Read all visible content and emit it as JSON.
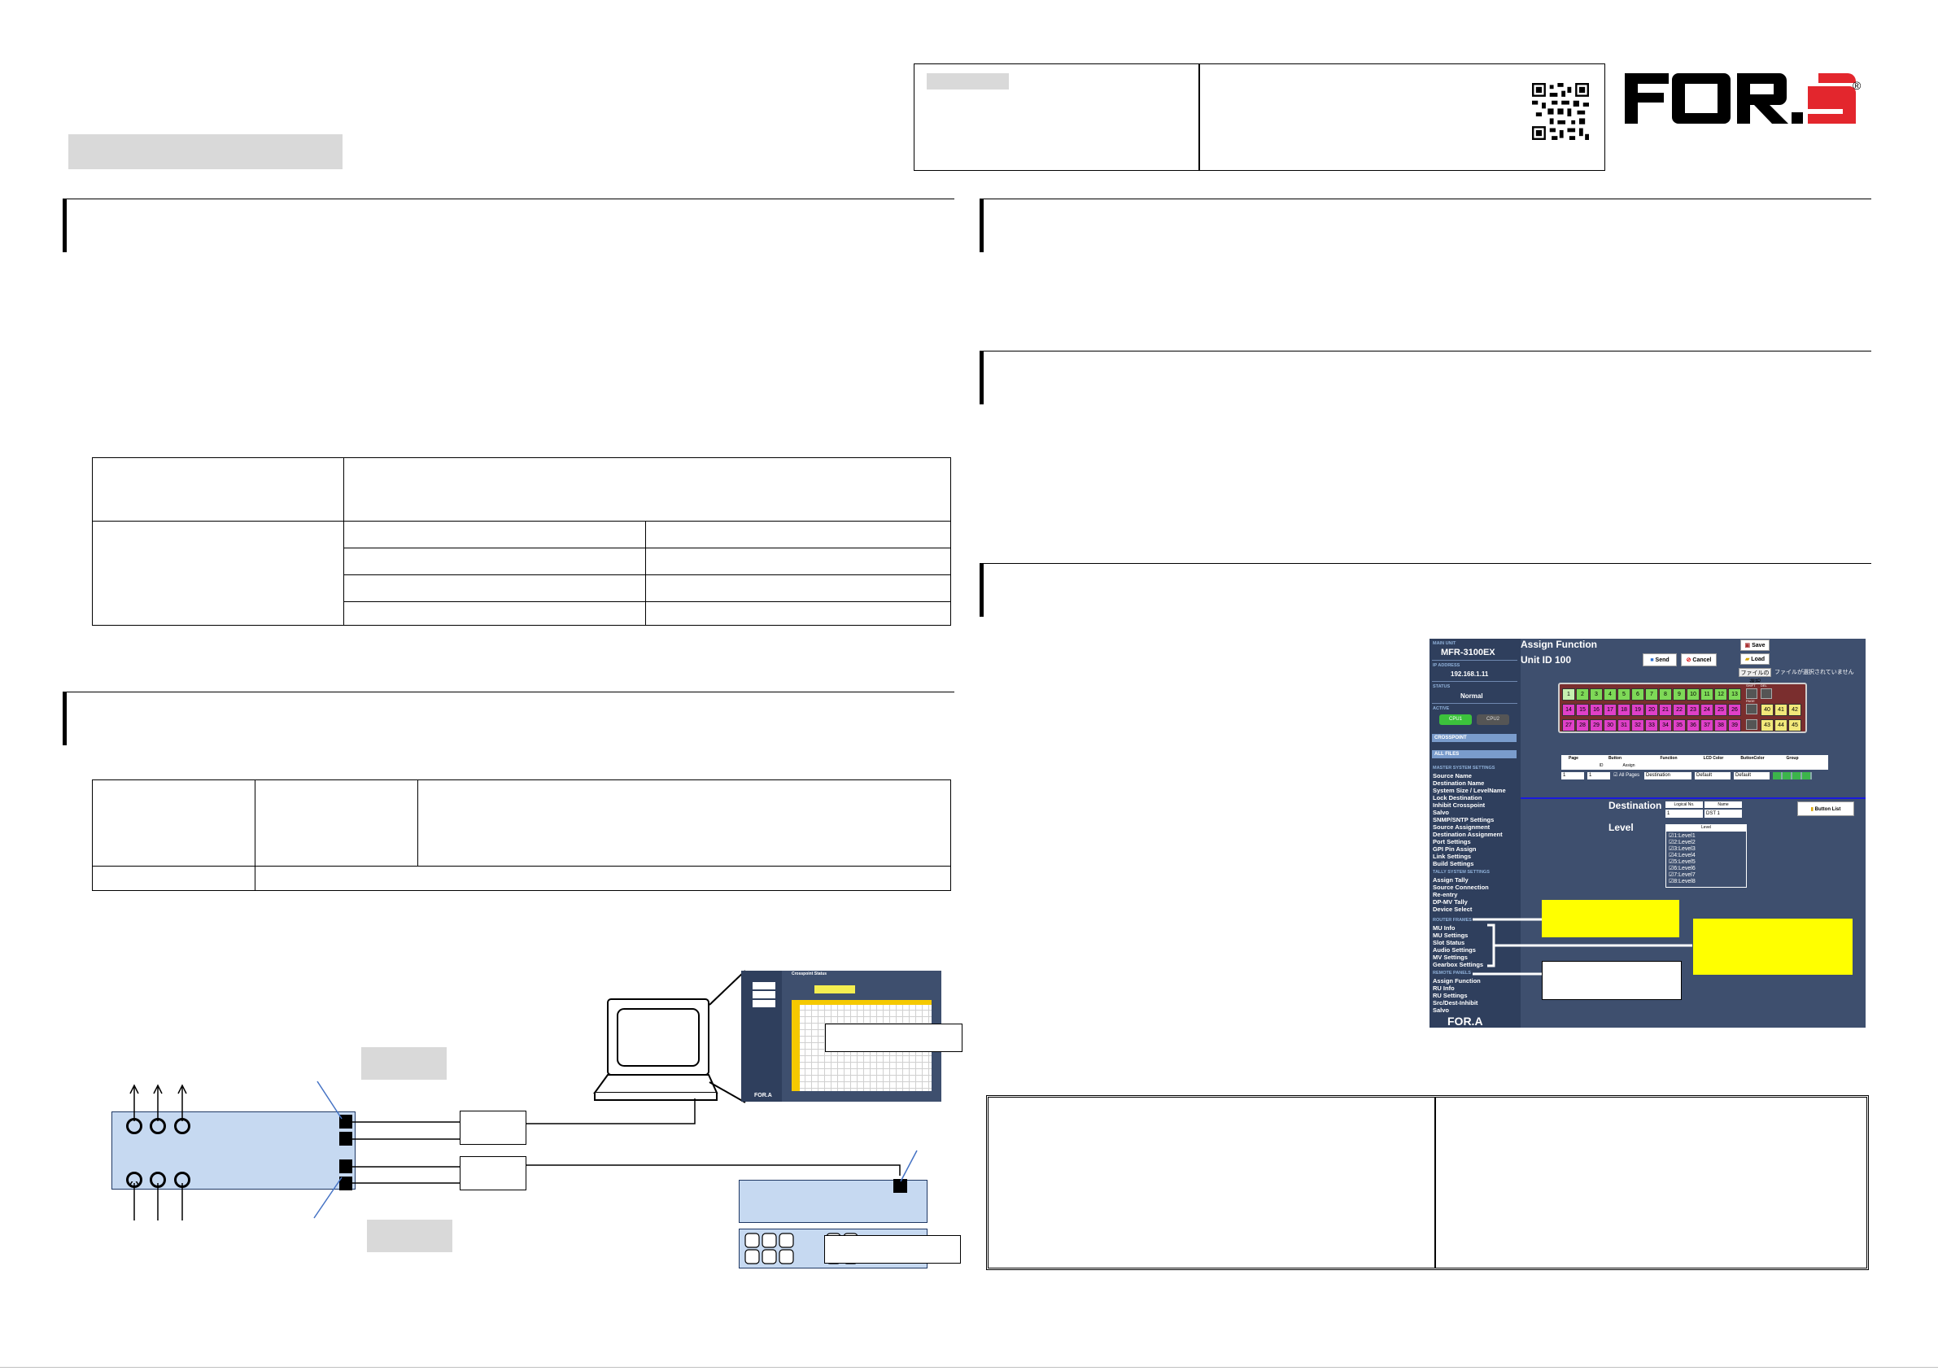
{
  "brand": {
    "logo_text": "FOR.A",
    "registered": "®"
  },
  "ui": {
    "main_unit_label": "MAIN UNIT",
    "main_unit_value": "MFR-3100EX",
    "ip_label": "IP ADDRESS",
    "ip_value": "192.168.1.11",
    "status_label": "STATUS",
    "status_value": "Normal",
    "active_label": "ACTIVE",
    "cpu1": "CPU1",
    "cpu2": "CPU2",
    "crosspoint": "CROSSPOINT",
    "all_files": "ALL FILES",
    "master_head": "MASTER SYSTEM SETTINGS",
    "master_items": [
      "Source Name",
      "Destination Name",
      "System Size / LevelName",
      "Lock Destination",
      "Inhibit Crosspoint",
      "Salvo",
      "SNMP/SNTP Settings",
      "Source Assignment",
      "Destination Assignment",
      "Port Settings",
      "GPI Pin Assign",
      "Link Settings",
      "Build Settings"
    ],
    "tally_head": "TALLY SYSTEM SETTINGS",
    "tally_items": [
      "Assign Tally",
      "Source Connection",
      "Re-entry",
      "DP-MV Tally",
      "Device Select"
    ],
    "mu_head": "ROUTER FRAMES",
    "mu_items": [
      "MU Info",
      "MU Settings",
      "Slot Status",
      "Audio Settings",
      "MV Settings",
      "Gearbox Settings"
    ],
    "ru_head": "REMOTE PANELS",
    "ru_items": [
      "Assign Function",
      "RU Info",
      "RU Settings",
      "Src/Dest-Inhibit",
      "Salvo"
    ],
    "title": "Assign Function",
    "unit_id": "Unit ID 100",
    "send": "Send",
    "cancel": "Cancel",
    "save": "Save",
    "load": "Load",
    "file_choose": "ファイルの選択",
    "file_none": "ファイルが選択されていません",
    "row1": [
      "1",
      "2",
      "3",
      "4",
      "5",
      "6",
      "7",
      "8",
      "9",
      "10",
      "11",
      "12",
      "13"
    ],
    "row2": [
      "14",
      "15",
      "16",
      "17",
      "18",
      "19",
      "20",
      "21",
      "22",
      "23",
      "24",
      "25",
      "26"
    ],
    "row3": [
      "27",
      "28",
      "29",
      "30",
      "31",
      "32",
      "33",
      "34",
      "35",
      "36",
      "37",
      "38",
      "39"
    ],
    "side_keys": [
      "40",
      "41",
      "42",
      "43",
      "44",
      "45"
    ],
    "key_labels": [
      "SHIFT",
      "DEL",
      "PAGE"
    ],
    "table_headers": [
      "Page",
      "Button",
      "Function",
      "LCD Color",
      "ButtonColor",
      "Group"
    ],
    "button_sub": [
      "ID",
      "Assign"
    ],
    "all_pages": "All Pages",
    "function_value": "Destination",
    "lcd_value": "Default",
    "btncolor_value": "Default",
    "page_value": "1",
    "id_value": "1",
    "destination_label": "Destination",
    "level_label": "Level",
    "logical_no": "Logical No.",
    "name_col": "Name",
    "logical_value": "1",
    "name_value": "DST 1",
    "level_col": "Level",
    "levels": [
      "1:Level1",
      "2:Level2",
      "3:Level3",
      "4:Level4",
      "5:Level5",
      "6:Level6",
      "7:Level7",
      "8:Level8"
    ],
    "button_list": "Button List",
    "footer_logo": "FOR.A"
  },
  "mini_ui": {
    "title": "Crosspoint Status",
    "footer_logo": "FOR.A"
  },
  "colors": {
    "yellow": "#ffff00",
    "ui_bg": "#3e4f6e",
    "side_bg": "#2f3f5d",
    "green": "#7ed957",
    "pink": "#e040c8",
    "brand_red": "#e3262d",
    "light_blue": "#c6d9f1"
  }
}
